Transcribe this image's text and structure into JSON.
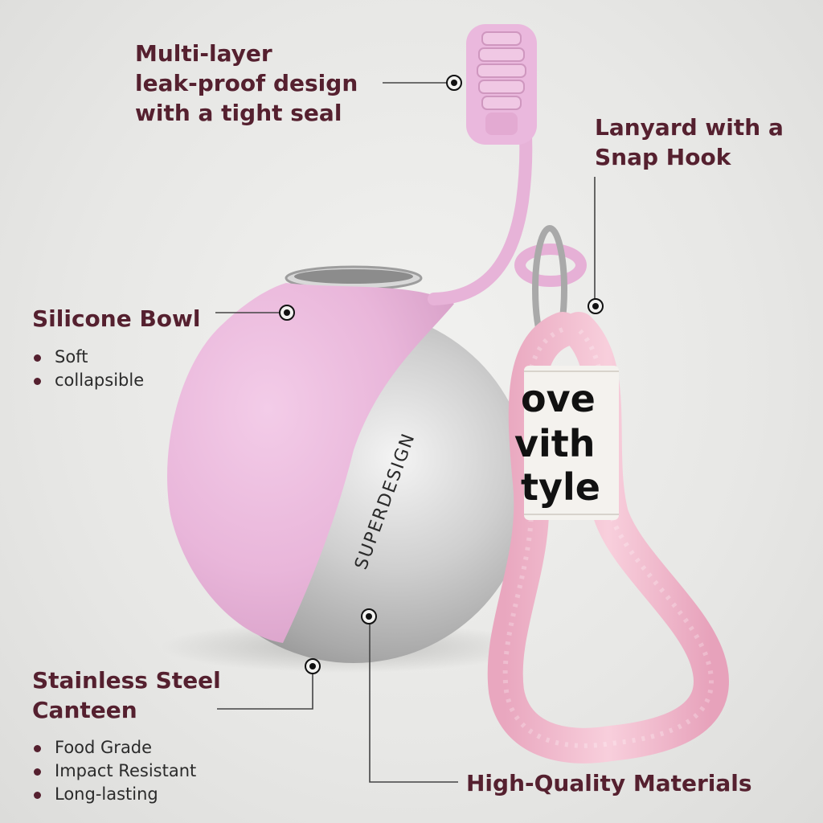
{
  "callouts": {
    "leak_proof": {
      "lines": [
        "Multi-layer",
        "leak-proof design",
        "with a tight seal"
      ]
    },
    "lanyard": {
      "lines": [
        "Lanyard with a",
        "Snap Hook"
      ]
    },
    "silicone_bowl": {
      "title": "Silicone Bowl",
      "bullets": [
        "Soft",
        "collapsible"
      ]
    },
    "canteen": {
      "lines": [
        "Stainless Steel",
        "Canteen"
      ],
      "bullets": [
        "Food Grade",
        "Impact Resistant",
        "Long-lasting"
      ]
    },
    "materials": {
      "title": "High-Quality Materials"
    }
  },
  "product": {
    "brand_text": "SUPERDESIGN",
    "tag_lines": [
      "ove",
      "vith",
      "tyle"
    ]
  },
  "colors": {
    "label_text": "#55202f",
    "silicone_pink": "#eab8dd",
    "rope_pink": "#f2b8cd",
    "steel": "#c8c8c8"
  }
}
